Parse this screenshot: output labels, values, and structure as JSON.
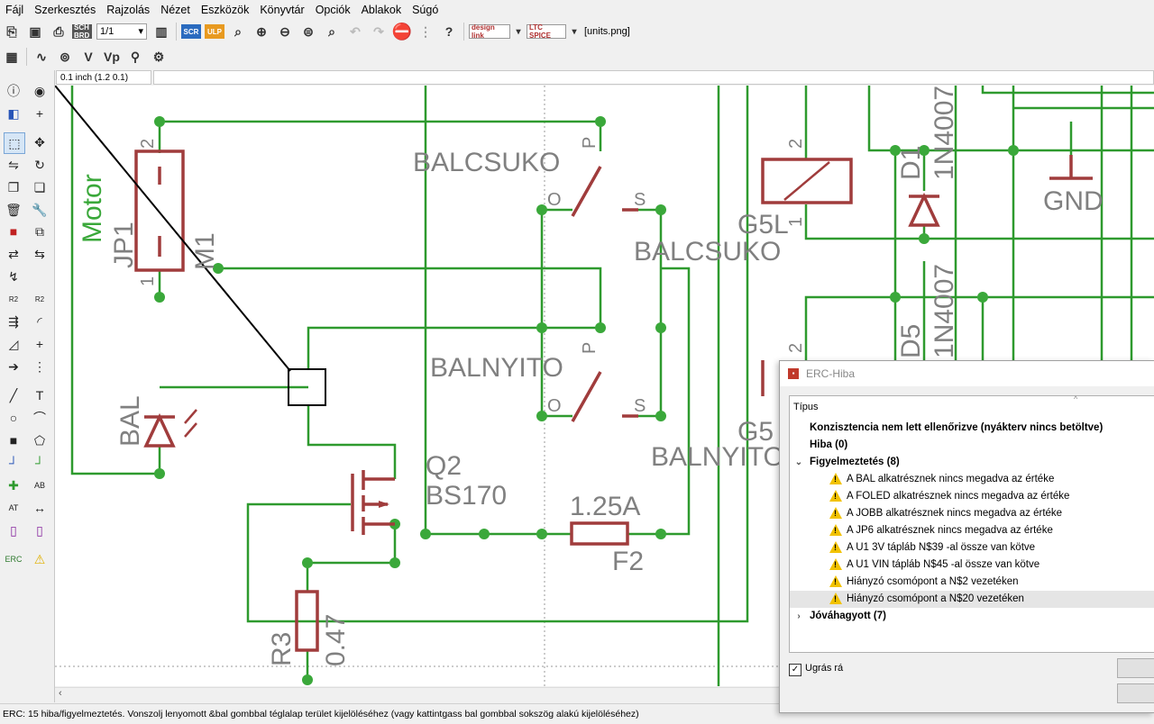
{
  "menu": [
    "Fájl",
    "Szerkesztés",
    "Rajzolás",
    "Nézet",
    "Eszközök",
    "Könyvtár",
    "Opciók",
    "Ablakok",
    "Súgó"
  ],
  "toolbar": {
    "sheet_combo": "1/1",
    "sch_brd": "SCH BRD",
    "scr": "SCR",
    "ulp": "ULP",
    "designlink": "design link",
    "ltspice": "LTC SPICE",
    "units_item": "[units.png]"
  },
  "coord_display": "0.1 inch (1.2 0.1)",
  "schematic": {
    "colors": {
      "net": "#2e9a2e",
      "part": "#a03c3c",
      "text": "#808080",
      "junction": "#3aa83a"
    },
    "labels": {
      "motor": "Motor",
      "jp1": "JP1",
      "m1": "M1",
      "balcsuko1": "BALCSUKO",
      "balcsuko2": "BALCSUKO",
      "balnyito1": "BALNYITO",
      "balnyito2": "BALNYITO",
      "g5l1": "G5L",
      "g5l2": "G5",
      "d1": "D1",
      "d5": "D5",
      "diode_val1": "1N4007",
      "diode_val2": "1N4007",
      "gnd": "GND",
      "bal": "BAL",
      "q2": "Q2",
      "bs170": "BS170",
      "fuse_val": "1.25A",
      "f2": "F2",
      "r3": "R3",
      "r3_val": "0.47",
      "pin_p": "P",
      "pin_o": "O",
      "pin_s": "S",
      "pin_1": "1",
      "pin_2": "2"
    }
  },
  "status_text": "ERC: 15 hiba/figyelmeztetés. Vonszolj lenyomott &bal gombbal téglalap terület kijelöléséhez (vagy kattintgass bal gombbal sokszög alakú kijelöléséhez)",
  "erc_dialog": {
    "title": "ERC-Hiba",
    "column_header": "Típus",
    "consistency": "Konzisztencia nem lett ellenőrizve (nyákterv nincs betöltve)",
    "errors": "Hiba (0)",
    "warnings": "Figyelmeztetés (8)",
    "warning_items": [
      "A BAL alkatrésznek nincs megadva az értéke",
      "A FOLED alkatrésznek nincs megadva az értéke",
      "A JOBB alkatrésznek nincs megadva az értéke",
      "A JP6 alkatrésznek nincs megadva az értéke",
      "A U1 3V tápláb N$39 -al össze van kötve",
      "A U1 VIN tápláb N$45 -al össze van kötve",
      "Hiányzó csomópont a N$2 vezetéken",
      "Hiányzó csomópont a N$20 vezetéken"
    ],
    "approved": "Jóváhagyott (7)",
    "jump_label": "Ugrás rá"
  }
}
